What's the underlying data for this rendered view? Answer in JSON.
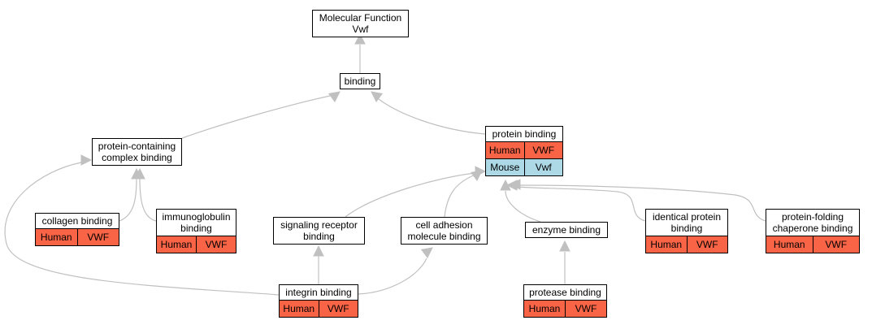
{
  "colors": {
    "human": "#fa6446",
    "mouse": "#add8e6",
    "edge": "#c0c0c0"
  },
  "nodes": {
    "mf": {
      "lines": [
        "Molecular Function",
        "Vwf"
      ],
      "rows": []
    },
    "bind": {
      "lines": [
        "binding"
      ],
      "rows": []
    },
    "pcb": {
      "lines": [
        "protein-containing",
        "complex binding"
      ],
      "rows": []
    },
    "pb": {
      "lines": [
        "protein binding"
      ],
      "rows": [
        {
          "species": "Human",
          "gene": "VWF",
          "color": "human"
        },
        {
          "species": "Mouse",
          "gene": "Vwf",
          "color": "mouse"
        }
      ]
    },
    "col": {
      "lines": [
        "collagen binding"
      ],
      "rows": [
        {
          "species": "Human",
          "gene": "VWF",
          "color": "human"
        }
      ]
    },
    "imm": {
      "lines": [
        "immunoglobulin",
        "binding"
      ],
      "rows": [
        {
          "species": "Human",
          "gene": "VWF",
          "color": "human"
        }
      ]
    },
    "sig": {
      "lines": [
        "signaling receptor",
        "binding"
      ],
      "rows": []
    },
    "cell": {
      "lines": [
        "cell adhesion",
        "molecule binding"
      ],
      "rows": []
    },
    "enz": {
      "lines": [
        "enzyme binding"
      ],
      "rows": []
    },
    "idp": {
      "lines": [
        "identical protein",
        "binding"
      ],
      "rows": [
        {
          "species": "Human",
          "gene": "VWF",
          "color": "human"
        }
      ]
    },
    "pfc": {
      "lines": [
        "protein-folding",
        "chaperone binding"
      ],
      "rows": [
        {
          "species": "Human",
          "gene": "VWF",
          "color": "human"
        }
      ]
    },
    "int": {
      "lines": [
        "integrin binding"
      ],
      "rows": [
        {
          "species": "Human",
          "gene": "VWF",
          "color": "human"
        }
      ]
    },
    "prot": {
      "lines": [
        "protease binding"
      ],
      "rows": [
        {
          "species": "Human",
          "gene": "VWF",
          "color": "human"
        }
      ]
    }
  },
  "edges": [
    {
      "from": "bind",
      "to": "mf"
    },
    {
      "from": "pcb",
      "to": "bind"
    },
    {
      "from": "pb",
      "to": "bind"
    },
    {
      "from": "col",
      "to": "pcb"
    },
    {
      "from": "imm",
      "to": "pcb"
    },
    {
      "from": "int",
      "to": "pcb"
    },
    {
      "from": "sig",
      "to": "pb"
    },
    {
      "from": "cell",
      "to": "pb"
    },
    {
      "from": "enz",
      "to": "pb"
    },
    {
      "from": "idp",
      "to": "pb"
    },
    {
      "from": "pfc",
      "to": "pb"
    },
    {
      "from": "int",
      "to": "sig"
    },
    {
      "from": "int",
      "to": "cell"
    },
    {
      "from": "prot",
      "to": "enz"
    }
  ]
}
